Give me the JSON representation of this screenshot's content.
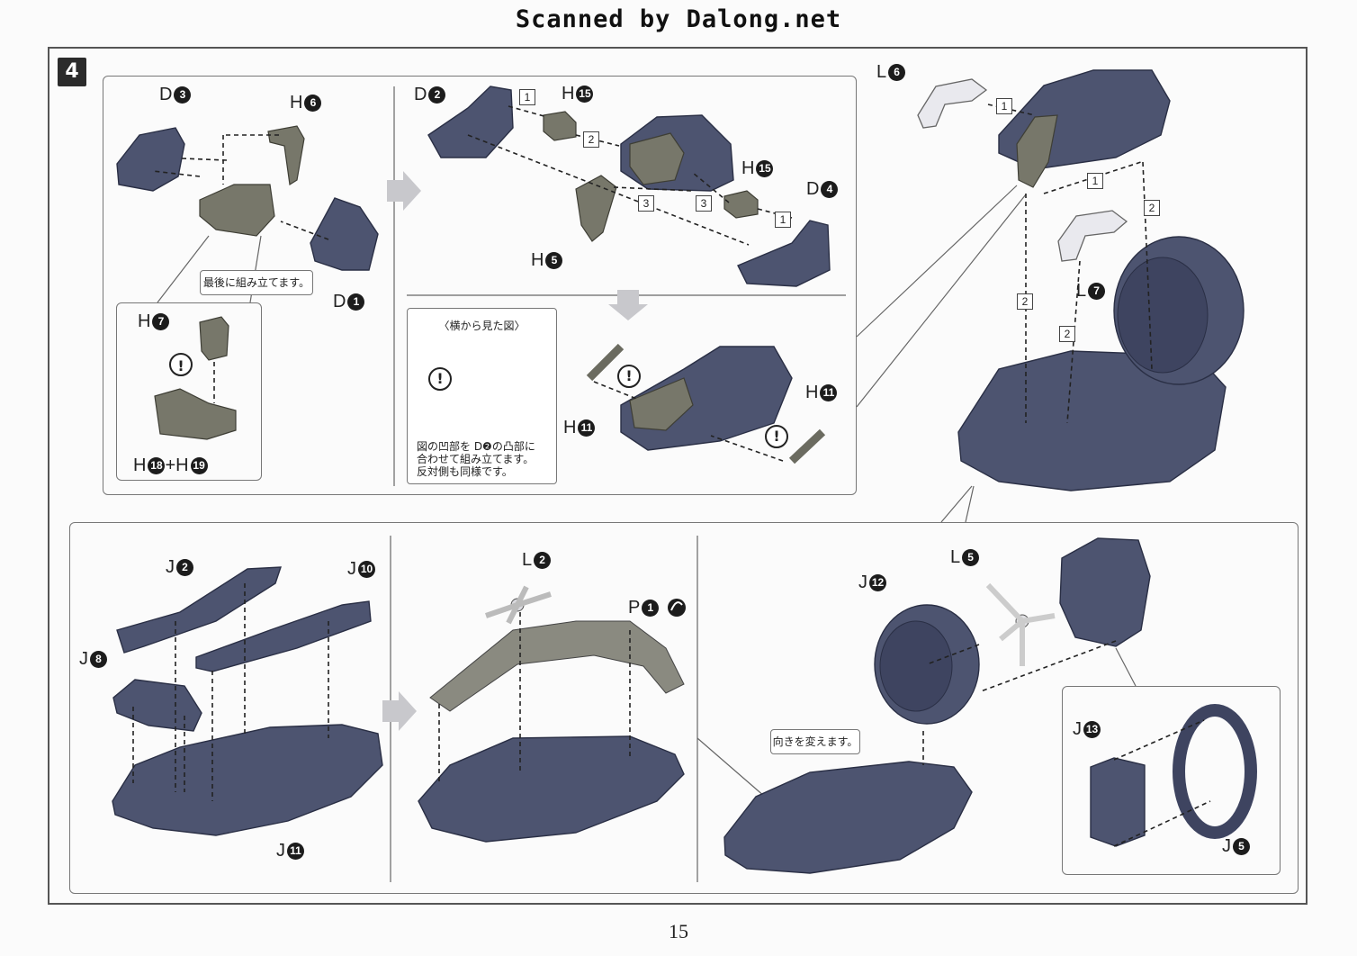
{
  "header": {
    "watermark": "Scanned by Dalong.net"
  },
  "step": {
    "number": "4"
  },
  "notes": {
    "assemble_last": "最後に組み立てます。",
    "side_view_title": "〈横から見た図〉",
    "side_view_line1": "図の凹部を D❷の凸部に",
    "side_view_line2": "合わせて組み立てます。",
    "side_view_line3": "反対側も同様です。",
    "change_direction": "向きを変えます。"
  },
  "labels": {
    "d3": {
      "letter": "D",
      "num": "3"
    },
    "h6": {
      "letter": "H",
      "num": "6"
    },
    "d1": {
      "letter": "D",
      "num": "1"
    },
    "h7": {
      "letter": "H",
      "num": "7"
    },
    "h18": {
      "letter": "H",
      "num": "18"
    },
    "h19": {
      "letter": "H",
      "num": "19"
    },
    "d2": {
      "letter": "D",
      "num": "2"
    },
    "h15a": {
      "letter": "H",
      "num": "15"
    },
    "h15b": {
      "letter": "H",
      "num": "15"
    },
    "d4": {
      "letter": "D",
      "num": "4"
    },
    "h5": {
      "letter": "H",
      "num": "5"
    },
    "h11a": {
      "letter": "H",
      "num": "11"
    },
    "h11b": {
      "letter": "H",
      "num": "11"
    },
    "l6": {
      "letter": "L",
      "num": "6"
    },
    "l7": {
      "letter": "L",
      "num": "7"
    },
    "j2": {
      "letter": "J",
      "num": "2"
    },
    "j10": {
      "letter": "J",
      "num": "10"
    },
    "j8": {
      "letter": "J",
      "num": "8"
    },
    "j11": {
      "letter": "J",
      "num": "11"
    },
    "l2": {
      "letter": "L",
      "num": "2"
    },
    "p1": {
      "letter": "P",
      "num": "1"
    },
    "l5": {
      "letter": "L",
      "num": "5"
    },
    "j12": {
      "letter": "J",
      "num": "12"
    },
    "j13": {
      "letter": "J",
      "num": "13"
    },
    "j5": {
      "letter": "J",
      "num": "5"
    }
  },
  "plus": "+",
  "steps": {
    "one": "1",
    "two": "2",
    "three": "3"
  },
  "warning_symbol": "!",
  "icons": [
    "arrow-right-icon",
    "arrow-down-icon",
    "warning-icon",
    "seal-icon"
  ],
  "colors": {
    "part": "#4d5470",
    "olive": "#77776a",
    "clear": "#e9e9ee",
    "arrow": "#c8c8cc"
  },
  "footer": {
    "page_number": "15"
  }
}
